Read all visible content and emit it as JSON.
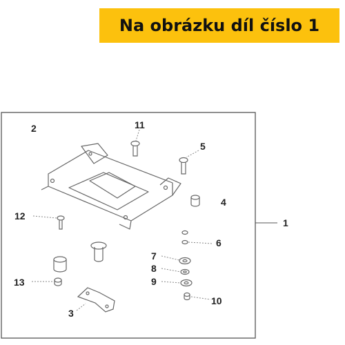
{
  "banner": {
    "text": "Na obrázku díl číslo 1",
    "color": "#fcc10d"
  },
  "callouts": {
    "p1": "1",
    "p2": "2",
    "p3": "3",
    "p4": "4",
    "p5": "5",
    "p6": "6",
    "p7": "7",
    "p8": "8",
    "p9": "9",
    "p10": "10",
    "p11": "11",
    "p12": "12",
    "p13": "13"
  }
}
